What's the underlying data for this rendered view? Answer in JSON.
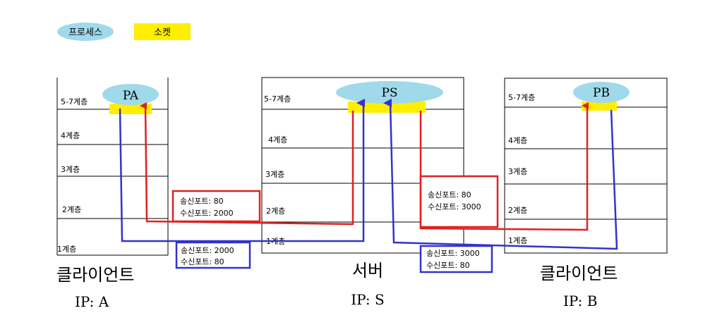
{
  "legend": {
    "process": "프로세스",
    "socket": "소켓"
  },
  "colors": {
    "process_fill": "#9fd9ea",
    "socket_fill": "#ffee00",
    "request": "#3333cc",
    "response": "#e02020"
  },
  "layers": [
    "5-7계층",
    "4계층",
    "3계층",
    "2계층",
    "1계층"
  ],
  "hosts": [
    {
      "name": "클라이언트",
      "ip": "IP: A",
      "process": "PA"
    },
    {
      "name": "서버",
      "ip": "IP: S",
      "process": "PS"
    },
    {
      "name": "클라이언트",
      "ip": "IP: B",
      "process": "PB"
    }
  ],
  "boxes": {
    "a_resp": {
      "src": "송신포트: 80",
      "dst": "수신포트: 2000"
    },
    "a_req": {
      "src": "송신포트: 2000",
      "dst": "수신포트: 80"
    },
    "b_resp": {
      "src": "송신포트: 80",
      "dst": "수신포트: 3000"
    },
    "b_req": {
      "src": "송신포트: 3000",
      "dst": "수신포트: 80"
    }
  }
}
